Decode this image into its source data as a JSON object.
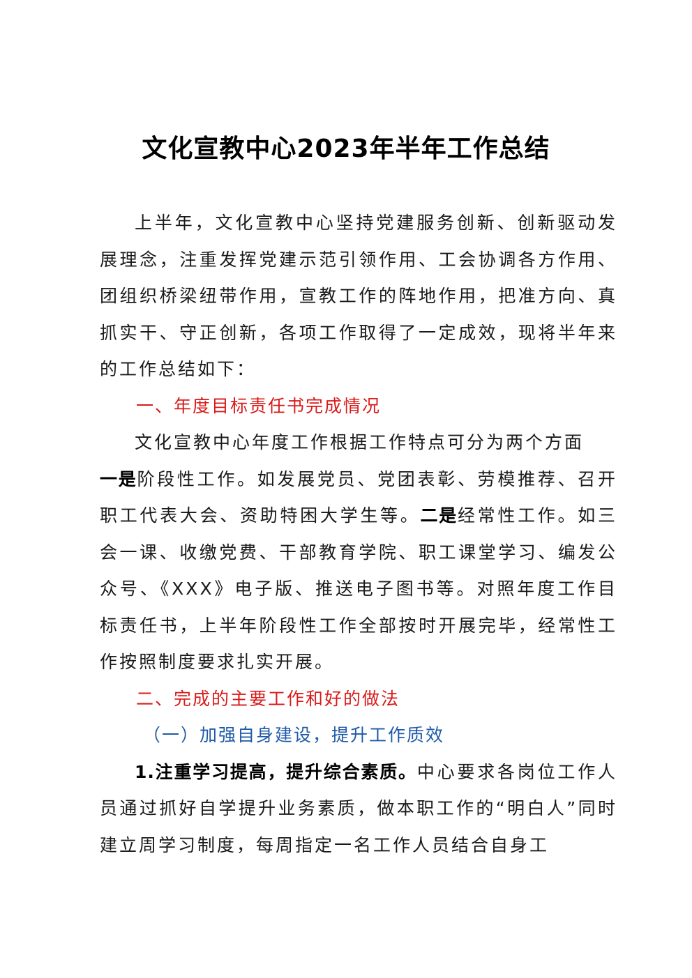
{
  "document": {
    "title": "文化宣教中心2023年半年工作总结",
    "intro": "上半年，文化宣教中心坚持党建服务创新、创新驱动发展理念，注重发挥党建示范引领作用、工会协调各方作用、团组织桥梁纽带作用，宣教工作的阵地作用，把准方向、真抓实干、守正创新，各项工作取得了一定成效，现将半年来的工作总结如下：",
    "section1": {
      "heading": "一、年度目标责任书完成情况",
      "para_a": "文化宣教中心年度工作根据工作特点可分为两个方面",
      "lead1": "一是",
      "para_b": "阶段性工作。如发展党员、党团表彰、劳模推荐、召开职工代表大会、资助特困大学生等。",
      "lead2": "二是",
      "para_c": "经常性工作。如三会一课、收缴党费、干部教育学院、职工课堂学习、编发公众号、《XXX》电子版、推送电子图书等。对照年度工作目标责任书，上半年阶段性工作全部按时开展完毕，经常性工作按照制度要求扎实开展。"
    },
    "section2": {
      "heading": "二、完成的主要工作和好的做法",
      "sub1": "（一）加强自身建设，提升工作质效",
      "item1_lead": "1.注重学习提高，提升综合素质。",
      "item1_text": "中心要求各岗位工作人员通过抓好自学提升业务素质，做本职工作的“明白人”同时建立周学习制度，每周指定一名工作人员结合自身工"
    }
  }
}
